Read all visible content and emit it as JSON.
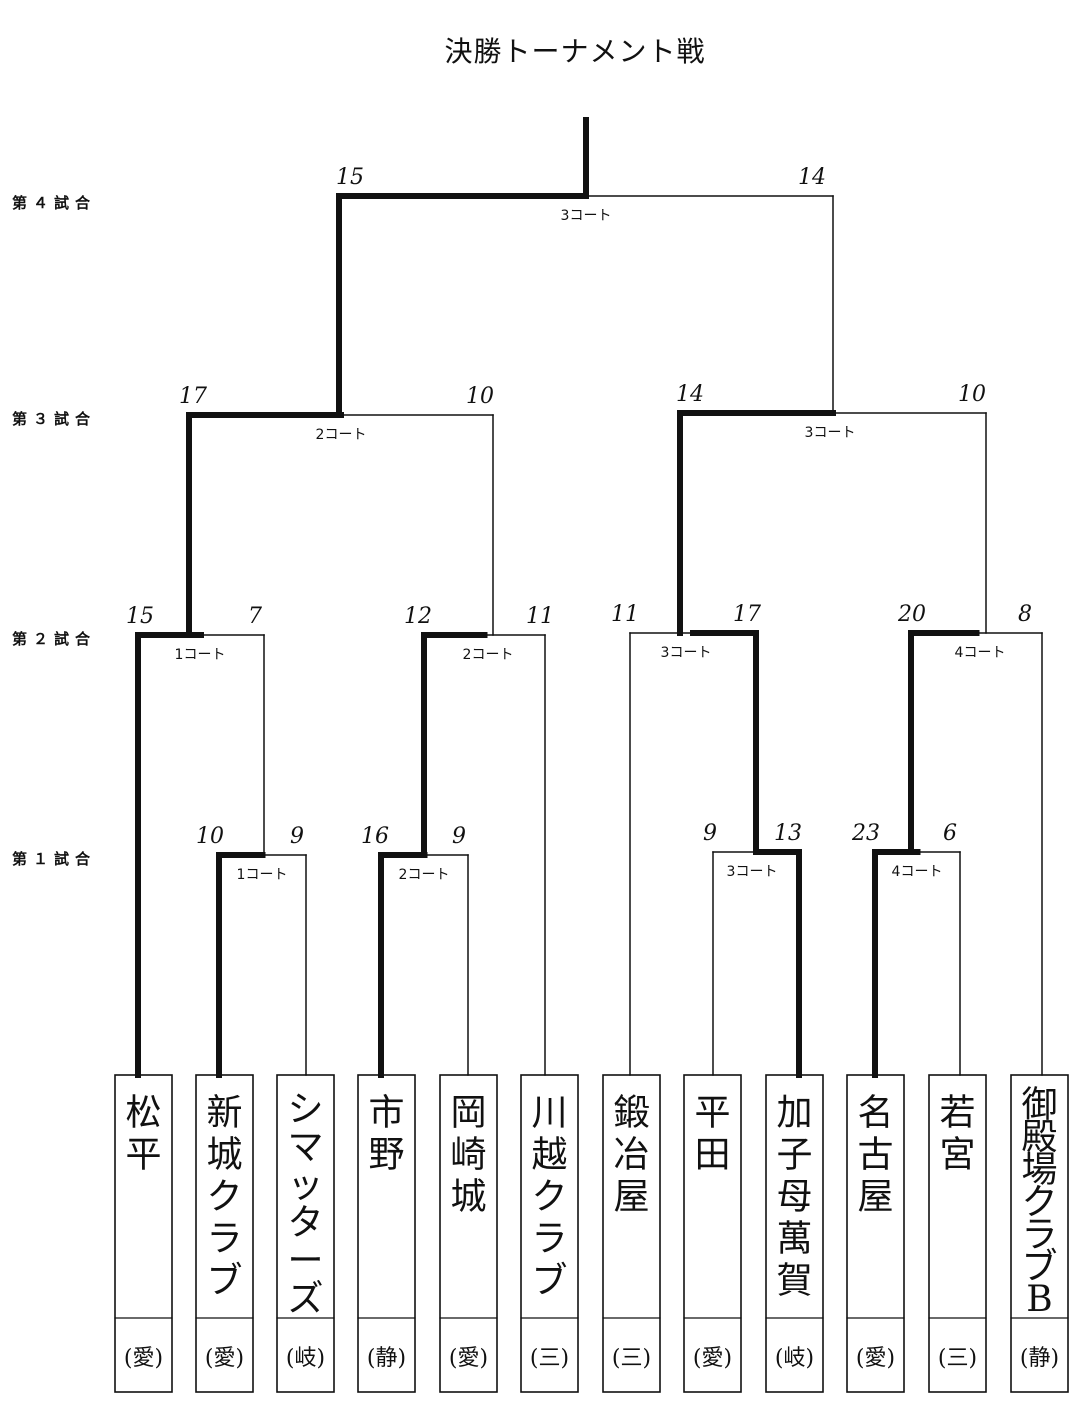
{
  "title": "決勝トーナメント戦",
  "rounds": [
    {
      "key": "r4",
      "label": "第４試合"
    },
    {
      "key": "r3",
      "label": "第３試合"
    },
    {
      "key": "r2",
      "label": "第２試合"
    },
    {
      "key": "r1",
      "label": "第１試合"
    }
  ],
  "teams": [
    {
      "name": "松平",
      "pref": "愛"
    },
    {
      "name": "新城クラブ",
      "pref": "愛"
    },
    {
      "name": "シマッターズ",
      "pref": "岐"
    },
    {
      "name": "市野",
      "pref": "静"
    },
    {
      "name": "岡崎城",
      "pref": "愛"
    },
    {
      "name": "川越クラブ",
      "pref": "三"
    },
    {
      "name": "鍛冶屋",
      "pref": "三"
    },
    {
      "name": "平田",
      "pref": "愛"
    },
    {
      "name": "加子母萬賀",
      "pref": "岐"
    },
    {
      "name": "名古屋",
      "pref": "愛"
    },
    {
      "name": "若宮",
      "pref": "三"
    },
    {
      "name": "御殿場クラブB",
      "pref": "静"
    }
  ],
  "matches": [
    {
      "id": "r1m1",
      "court": "1コート",
      "left_score": "10",
      "right_score": "9",
      "winner": "left"
    },
    {
      "id": "r1m2",
      "court": "2コート",
      "left_score": "16",
      "right_score": "9",
      "winner": "left"
    },
    {
      "id": "r1m3",
      "court": "3コート",
      "left_score": "9",
      "right_score": "13",
      "winner": "right"
    },
    {
      "id": "r1m4",
      "court": "4コート",
      "left_score": "23",
      "right_score": "6",
      "winner": "left"
    },
    {
      "id": "r2m1",
      "court": "1コート",
      "left_score": "15",
      "right_score": "7",
      "winner": "left"
    },
    {
      "id": "r2m2",
      "court": "2コート",
      "left_score": "12",
      "right_score": "11",
      "winner": "left"
    },
    {
      "id": "r2m3",
      "court": "3コート",
      "left_score": "11",
      "right_score": "17",
      "winner": "right"
    },
    {
      "id": "r2m4",
      "court": "4コート",
      "left_score": "20",
      "right_score": "8",
      "winner": "left"
    },
    {
      "id": "r3m1",
      "court": "2コート",
      "left_score": "17",
      "right_score": "10",
      "winner": "left"
    },
    {
      "id": "r3m2",
      "court": "3コート",
      "left_score": "14",
      "right_score": "10",
      "winner": "left"
    },
    {
      "id": "r4m1",
      "court": "3コート",
      "left_score": "15",
      "right_score": "14",
      "winner": "left"
    }
  ]
}
